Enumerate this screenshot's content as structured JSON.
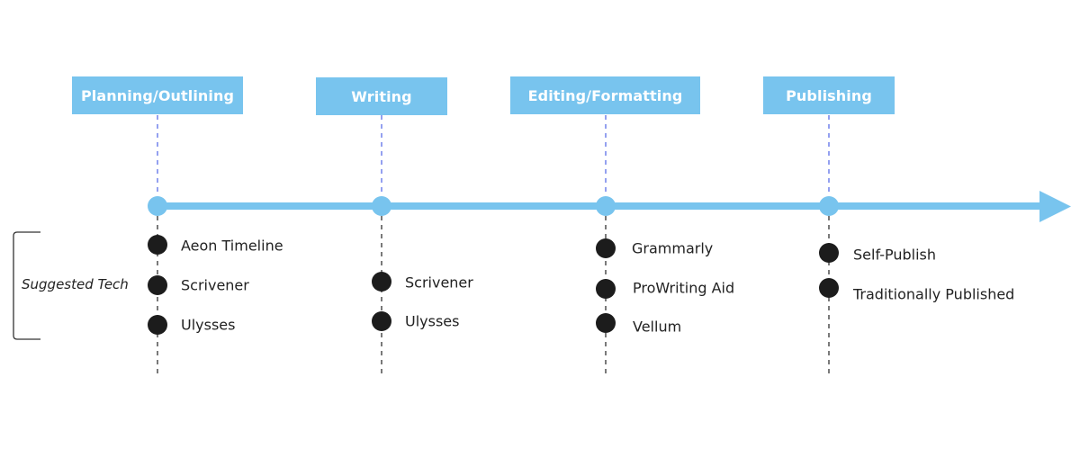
{
  "colors": {
    "timeline": "#78c4ee",
    "phase_box": "#78c4ee",
    "phase_text": "#ffffff",
    "upper_connector": "#5b6ee8",
    "lower_connector": "#333333",
    "tool_dot": "#1c1c1c",
    "text": "#222222"
  },
  "bracket": {
    "label": "Suggested Tech"
  },
  "phases": [
    {
      "label": "Planning/Outlining",
      "tools": [
        "Aeon Timeline",
        "Scrivener",
        "Ulysses"
      ]
    },
    {
      "label": "Writing",
      "tools": [
        "Scrivener",
        "Ulysses"
      ]
    },
    {
      "label": "Editing/Formatting",
      "tools": [
        "Grammarly",
        "ProWriting Aid",
        "Vellum"
      ]
    },
    {
      "label": "Publishing",
      "tools": [
        "Self-Publish",
        "Traditionally Published"
      ]
    }
  ]
}
